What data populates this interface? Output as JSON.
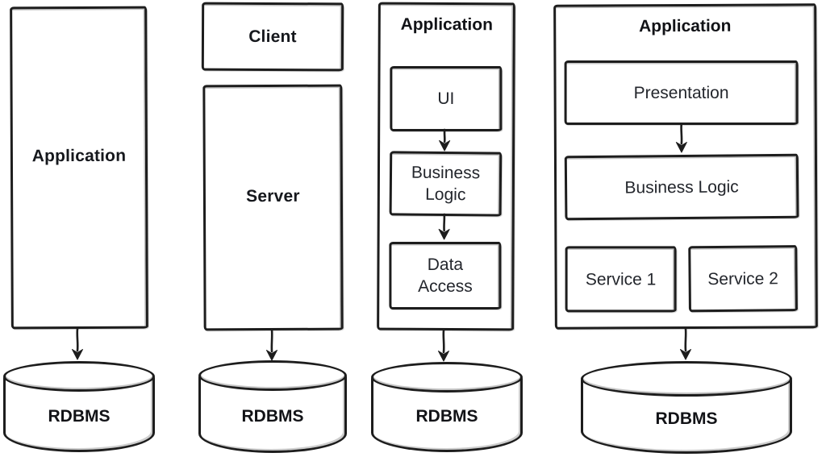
{
  "diagram": {
    "kind": "architecture-evolution-sketch",
    "colors": {
      "stroke": "#1d1d1d",
      "background": "#ffffff",
      "text": "#16181d"
    },
    "columns": [
      {
        "name": "monolith",
        "title": "Application",
        "db": "RDBMS"
      },
      {
        "name": "client-server",
        "client": "Client",
        "server": "Server",
        "db": "RDBMS"
      },
      {
        "name": "three-tier",
        "title": "Application",
        "layers": [
          "UI",
          "Business Logic",
          "Data Access"
        ],
        "db": "RDBMS"
      },
      {
        "name": "service-based",
        "title": "Application",
        "layers": [
          "Presentation",
          "Business Logic"
        ],
        "services": [
          "Service 1",
          "Service 2"
        ],
        "db": "RDBMS"
      }
    ]
  }
}
